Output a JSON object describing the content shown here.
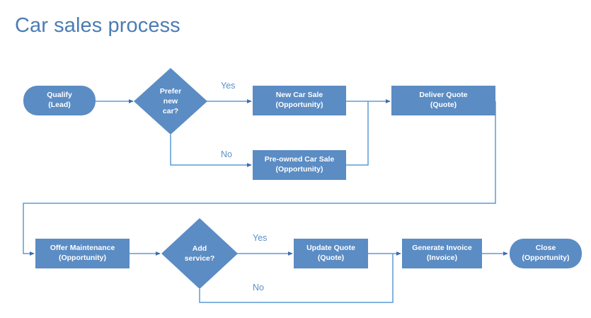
{
  "title": "Car sales process",
  "colors": {
    "title_text": "#4B7CB5",
    "shape_fill": "#5B8CC4",
    "shape_text": "#FFFFFF",
    "connector": "#5B9BD5",
    "arrowhead": "#3C6CB0",
    "label_text": "#5B8FCB",
    "background": "#FFFFFF"
  },
  "nodes": [
    {
      "id": "qualify",
      "shape": "pill",
      "line1": "Qualify",
      "line2": "(Lead)"
    },
    {
      "id": "prefer-new-car",
      "shape": "diamond",
      "line1": "Prefer",
      "line2": "new",
      "line3": "car?"
    },
    {
      "id": "new-car-sale",
      "shape": "rect",
      "line1": "New Car Sale",
      "line2": "(Opportunity)"
    },
    {
      "id": "preowned-car-sale",
      "shape": "rect",
      "line1": "Pre-owned Car Sale",
      "line2": "(Opportunity)"
    },
    {
      "id": "deliver-quote",
      "shape": "rect",
      "line1": "Deliver Quote",
      "line2": "(Quote)"
    },
    {
      "id": "offer-maintenance",
      "shape": "rect",
      "line1": "Offer Maintenance",
      "line2": "(Opportunity)"
    },
    {
      "id": "add-service",
      "shape": "diamond",
      "line1": "Add",
      "line2": "service?"
    },
    {
      "id": "update-quote",
      "shape": "rect",
      "line1": "Update Quote",
      "line2": "(Quote)"
    },
    {
      "id": "generate-invoice",
      "shape": "rect",
      "line1": "Generate Invoice",
      "line2": "(Invoice)"
    },
    {
      "id": "close",
      "shape": "pill",
      "line1": "Close",
      "line2": "(Opportunity)"
    }
  ],
  "edge_labels": {
    "prefer_yes": "Yes",
    "prefer_no": "No",
    "service_yes": "Yes",
    "service_no": "No"
  },
  "flow": [
    {
      "from": "qualify",
      "to": "prefer-new-car",
      "label": ""
    },
    {
      "from": "prefer-new-car",
      "to": "new-car-sale",
      "label": "Yes"
    },
    {
      "from": "prefer-new-car",
      "to": "preowned-car-sale",
      "label": "No"
    },
    {
      "from": "new-car-sale",
      "to": "deliver-quote",
      "label": ""
    },
    {
      "from": "preowned-car-sale",
      "to": "deliver-quote",
      "label": ""
    },
    {
      "from": "deliver-quote",
      "to": "offer-maintenance",
      "label": ""
    },
    {
      "from": "offer-maintenance",
      "to": "add-service",
      "label": ""
    },
    {
      "from": "add-service",
      "to": "update-quote",
      "label": "Yes"
    },
    {
      "from": "add-service",
      "to": "generate-invoice",
      "label": "No"
    },
    {
      "from": "update-quote",
      "to": "generate-invoice",
      "label": ""
    },
    {
      "from": "generate-invoice",
      "to": "close",
      "label": ""
    }
  ]
}
